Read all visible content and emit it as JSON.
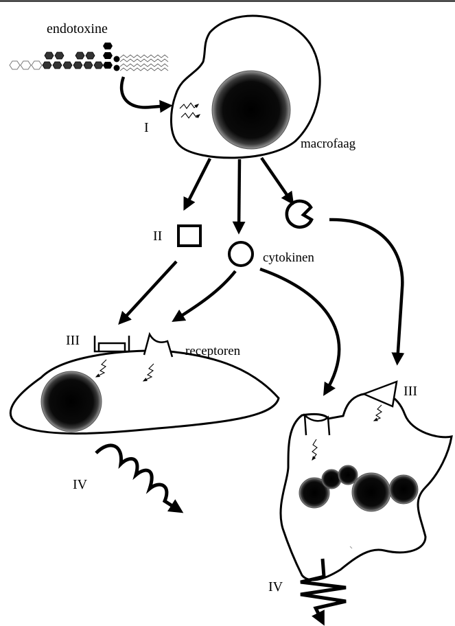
{
  "labels": {
    "endotoxine": "endotoxine",
    "macrofaag": "macrofaag",
    "cytokinen": "cytokinen",
    "receptoren": "receptoren"
  },
  "steps": {
    "one": "I",
    "two": "II",
    "three": "III",
    "four": "IV"
  }
}
